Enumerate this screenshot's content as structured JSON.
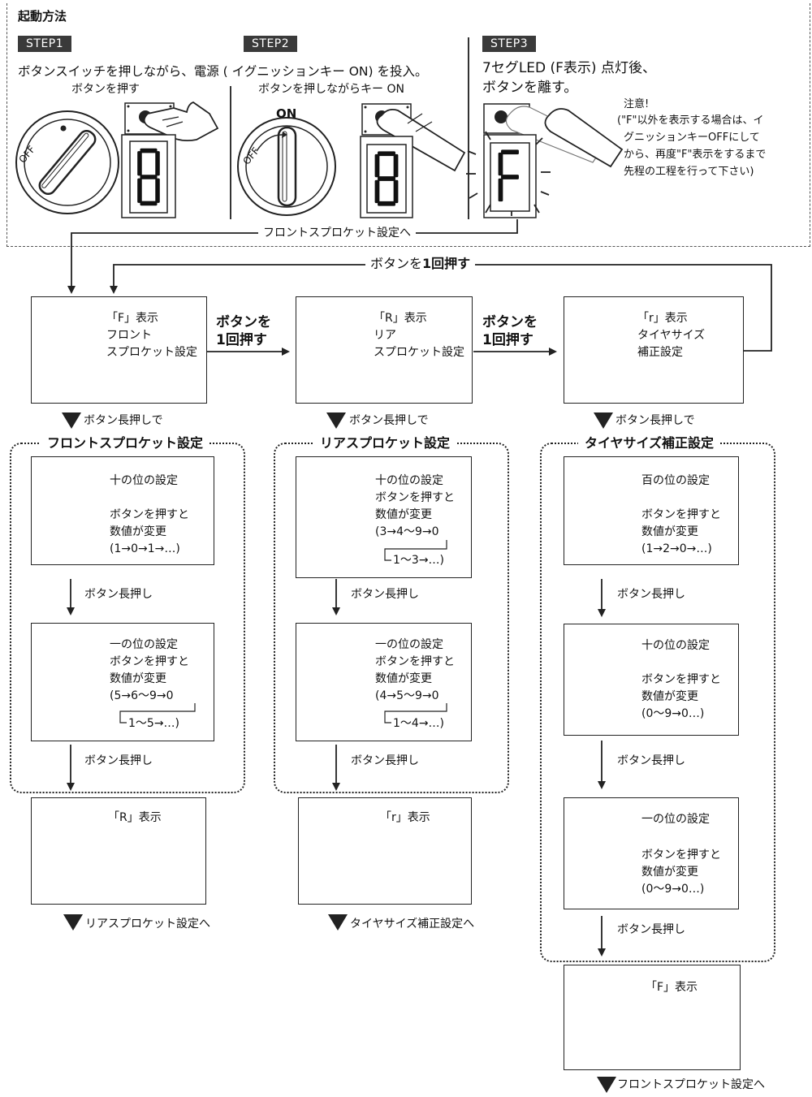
{
  "header": {
    "title": "起動方法"
  },
  "steps": [
    {
      "badge": "STEP1",
      "text": "ボタンスイッチを押しながら、電源 ( イグニッションキー ON) を投入。",
      "sub": "ボタンを押す"
    },
    {
      "badge": "STEP2",
      "sub": "ボタンを押しながらキー ON",
      "on_label": "ON"
    },
    {
      "badge": "STEP3",
      "text_line1": "7セグLED (F表示) 点灯後、",
      "text_line2": "ボタンを離す。",
      "note_title": "注意!",
      "note_lines": [
        "(\"F\"以外を表示する場合は、イ",
        "グニッションキーOFFにして",
        "から、再度\"F\"表示をするまで",
        "先程の工程を行って下さい)"
      ]
    }
  ],
  "dial_off_label": "OFF",
  "to_front_label": "フロントスプロケット設定へ",
  "loop_label_prefix": "ボタンを",
  "loop_label_bold": "1回押す",
  "modes": [
    {
      "lines": [
        "「F」表示",
        "フロント",
        "スプロケット設定"
      ]
    },
    {
      "lines": [
        "「R」表示",
        "リア",
        "スプロケット設定"
      ]
    },
    {
      "lines": [
        "「r」表示",
        "タイヤサイズ",
        "補正設定"
      ]
    }
  ],
  "press_once": {
    "line1": "ボタンを",
    "line2": "1回押す"
  },
  "long_press_then": "ボタン長押しで",
  "long_press": "ボタン長押し",
  "groups": [
    {
      "title": "フロントスプロケット設定",
      "digits": [
        {
          "lines": [
            "十の位の設定",
            "",
            "ボタンを押すと",
            "数値が変更",
            "(1→0→1→…)"
          ]
        },
        {
          "lines": [
            "一の位の設定",
            "ボタンを押すと",
            "数値が変更",
            "(5→6〜9→0"
          ],
          "loop": "1〜5→…)"
        }
      ],
      "result": "「R」表示",
      "next": "リアスプロケット設定へ"
    },
    {
      "title": "リアスプロケット設定",
      "digits": [
        {
          "lines": [
            "十の位の設定",
            "ボタンを押すと",
            "数値が変更",
            "(3→4〜9→0"
          ],
          "loop": "1〜3→…)"
        },
        {
          "lines": [
            "一の位の設定",
            "ボタンを押すと",
            "数値が変更",
            "(4→5〜9→0"
          ],
          "loop": "1〜4→…)"
        }
      ],
      "result": "「r」表示",
      "next": "タイヤサイズ補正設定へ"
    },
    {
      "title": "タイヤサイズ補正設定",
      "digits": [
        {
          "lines": [
            "百の位の設定",
            "",
            "ボタンを押すと",
            "数値が変更",
            "(1→2→0→…)"
          ]
        },
        {
          "lines": [
            "十の位の設定",
            "",
            "ボタンを押すと",
            "数値が変更",
            "(0〜9→0…)"
          ]
        },
        {
          "lines": [
            "一の位の設定",
            "",
            "ボタンを押すと",
            "数値が変更",
            "(0〜9→0…)"
          ]
        }
      ],
      "result": "「F」表示",
      "next": "フロントスプロケット設定へ"
    }
  ]
}
